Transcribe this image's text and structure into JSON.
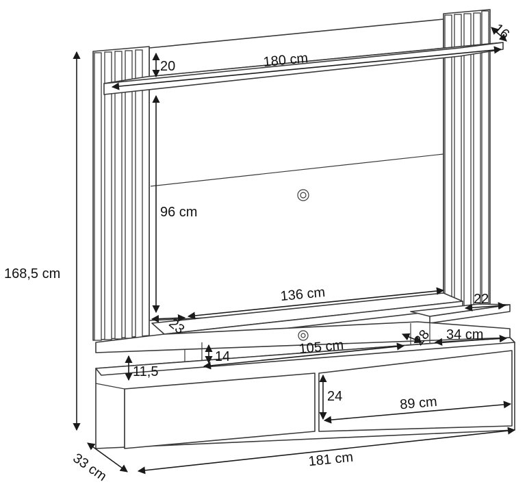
{
  "dimensions": {
    "top_shelf_width": "180 cm",
    "top_shelf_thickness": "20",
    "slat_depth": "16",
    "total_height": "168,5 cm",
    "panel_height": "96 cm",
    "tv_shelf_width": "136 cm",
    "tv_shelf_depth": "23",
    "side_shelf_depth": "22",
    "niche_depth": "28",
    "right_niche_width": "34 cm",
    "niche_height": "14",
    "center_niche_width": "105 cm",
    "base_top_thickness": "11,5",
    "drawer_height": "24",
    "drawer_width": "89 cm",
    "total_width": "181 cm",
    "total_depth": "33 cm"
  },
  "colors": {
    "line": "#3a3a3a",
    "dimension": "#1a1a1a",
    "background": "#ffffff"
  }
}
